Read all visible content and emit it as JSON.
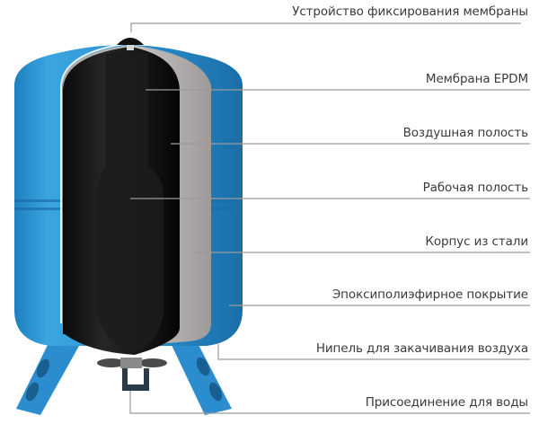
{
  "diagram": {
    "subject": "Membrane expansion tank (hydroaccumulator) cutaway",
    "colors": {
      "shell_blue": "#2a8fcf",
      "shell_blue_dark": "#1b6fa8",
      "membrane_black": "#141414",
      "air_gap_grey": "#b9b6b4",
      "leader_line": "#9a9a9a",
      "label_text": "#3a3a3a"
    },
    "labels": [
      {
        "id": "membrane-fixing-device",
        "text": "Устройство фиксирования мембраны"
      },
      {
        "id": "membrane-epdm",
        "text": "Мембрана EPDM"
      },
      {
        "id": "air-cavity",
        "text": "Воздушная полость"
      },
      {
        "id": "working-cavity",
        "text": "Рабочая полость"
      },
      {
        "id": "steel-body",
        "text": "Корпус из стали"
      },
      {
        "id": "epoxy-coating",
        "text": "Эпоксиполиэфирное покрытие"
      },
      {
        "id": "air-nipple",
        "text": "Нипель для закачивания воздуха"
      },
      {
        "id": "water-connection",
        "text": "Присоединение для воды"
      }
    ]
  }
}
